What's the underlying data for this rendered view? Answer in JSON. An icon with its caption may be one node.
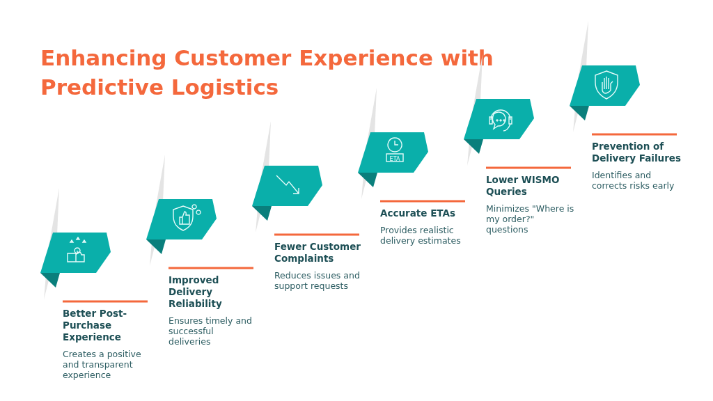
{
  "diagram": {
    "title": "Enhancing Customer Experience with Predictive Logistics",
    "labels": [
      "Better Post-Purchase Experience",
      "Creates a positive and transparent experience",
      "Improved Delivery Reliability",
      "Ensures timely and successful deliveries",
      "Fewer Customer Complaints",
      "Reduces issues and support requests",
      "ETA",
      "Accurate ETAs",
      "Provides realistic delivery estimates",
      "Lower WISMO Queries",
      "Minimizes \"Where is my order?\" questions",
      "Prevention of Delivery Failures",
      "Identifies and corrects risks early"
    ]
  }
}
